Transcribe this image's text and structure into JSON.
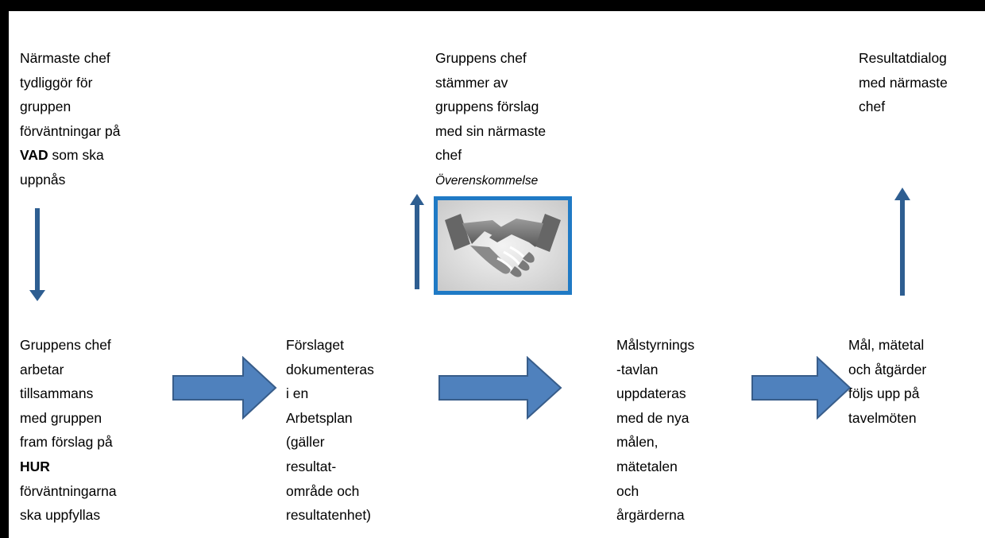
{
  "colors": {
    "arrow_fill": "#4f81bd",
    "arrow_stroke": "#385d8a",
    "thin_arrow": "#2e5e91",
    "image_border": "#1f7ac5",
    "image_bg": "#dcdcdc",
    "frame": "#000000"
  },
  "steps": {
    "manager_expectations": {
      "lines": [
        "Närmaste chef",
        "tydliggör för",
        "gruppen",
        "förväntningar på",
        "som ska",
        "uppnås"
      ],
      "bold": "VAD"
    },
    "group_alignment": {
      "lines": [
        "Gruppens chef",
        "stämmer av",
        "gruppens förslag",
        "med sin närmaste",
        "chef"
      ],
      "caption": "Överenskommelse"
    },
    "result_dialog": {
      "lines": [
        "Resultatdialog",
        "med närmaste",
        "chef"
      ]
    },
    "group_works": {
      "lines": [
        "Gruppens chef",
        "arbetar",
        "tillsammans",
        "med gruppen",
        "fram förslag på",
        "förväntningarna",
        "ska uppfyllas"
      ],
      "bold": "HUR"
    },
    "documented": {
      "lines": [
        "Förslaget",
        "dokumenteras",
        "i en",
        "Arbetsplan",
        "(gäller",
        "resultat-",
        "område och",
        "resultatenhet)"
      ]
    },
    "board_updated": {
      "lines": [
        "Målstyrnings",
        "-tavlan",
        "uppdateras",
        "med de nya",
        "målen,",
        "mätetalen",
        "och",
        "årgärderna"
      ]
    },
    "follow_up": {
      "lines": [
        "Mål, mätetal",
        "och åtgärder",
        "följs upp på",
        "tavelmöten"
      ]
    }
  },
  "icons": {
    "handshake": "handshake-icon",
    "arrow_down": "arrow-down-icon",
    "arrow_up": "arrow-up-icon",
    "arrow_right": "arrow-right-icon"
  }
}
